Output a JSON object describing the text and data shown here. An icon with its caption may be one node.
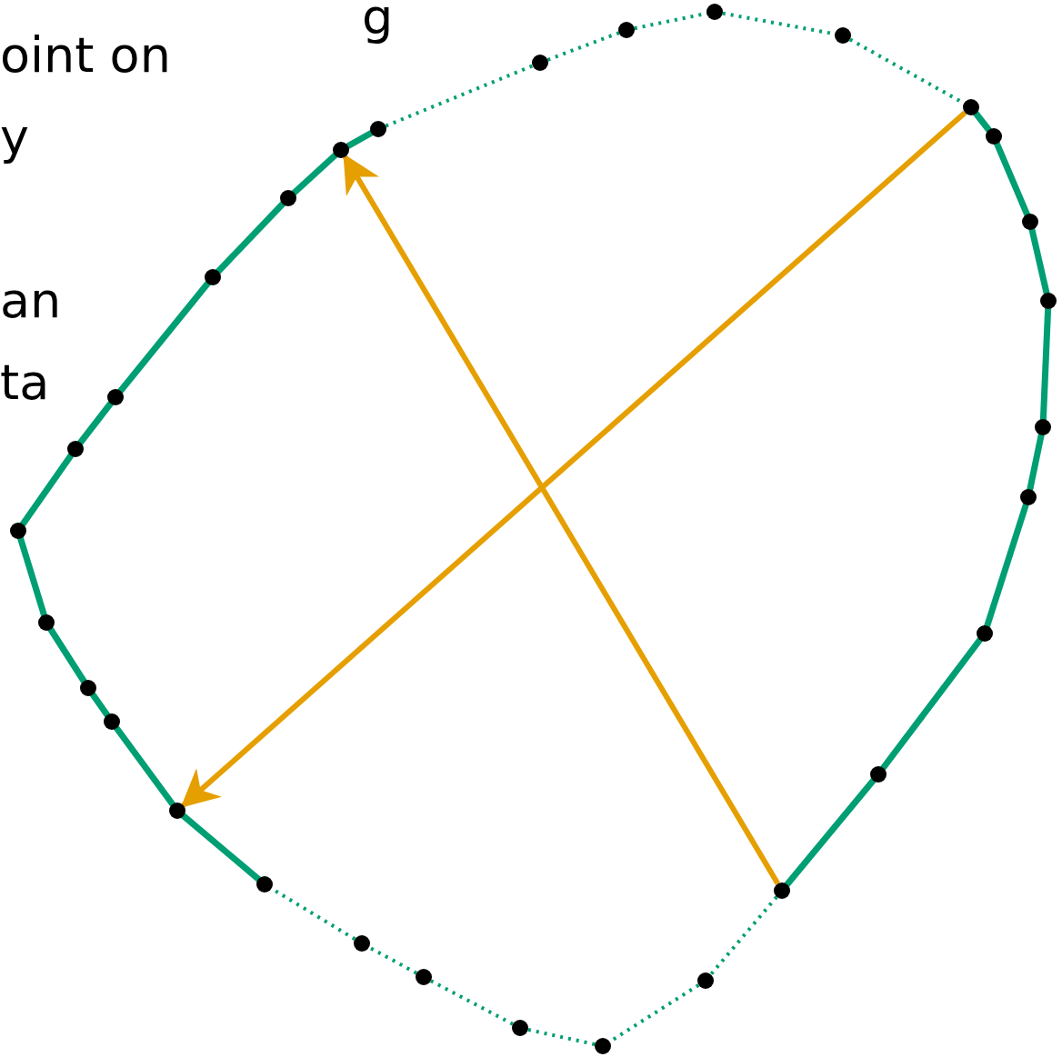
{
  "diagram": {
    "nodes": [
      {
        "text": [],
        "shape": "circle"
      },
      {
        "text": [],
        "shape": "circle"
      },
      {
        "text": [],
        "shape": "circle"
      },
      {
        "text": [],
        "shape": "circle"
      }
    ],
    "edges": [
      {
        "from": 3,
        "to": 1,
        "arrow": "to"
      },
      {
        "from": 0,
        "to": 2,
        "arrow": "to"
      }
    ],
    "labels": [
      "g",
      "oint on",
      "y",
      "an",
      "ta"
    ]
  }
}
